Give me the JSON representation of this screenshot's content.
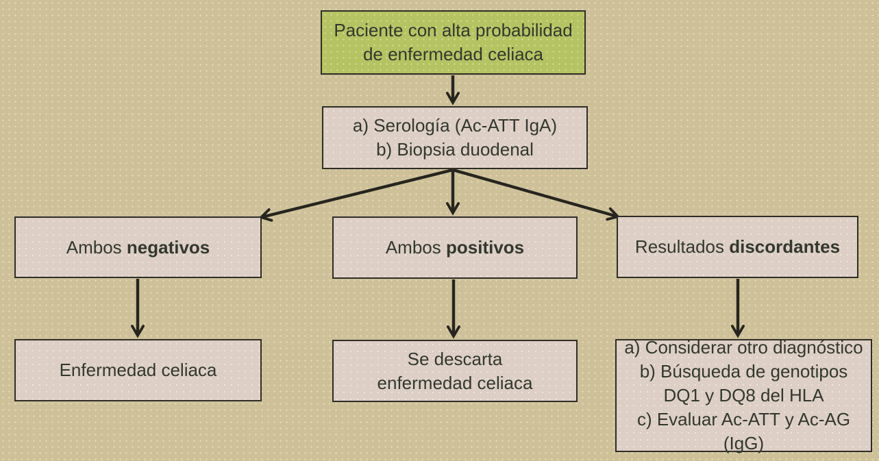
{
  "palette": {
    "background": "#cec19a",
    "box_fill": "#ddcfc5",
    "start_fill": "#b5c362",
    "border": "#2e2d26",
    "text": "#32382f",
    "arrow": "#26251f"
  },
  "flowchart": {
    "start": {
      "lines": [
        "Paciente con alta probabilidad",
        "de enfermedad celiaca"
      ]
    },
    "tests": {
      "lines": [
        "a) Serología (Ac-ATT IgA)",
        "b) Biopsia duodenal"
      ]
    },
    "branch_negative": {
      "prefix": "Ambos ",
      "bold": "negativos"
    },
    "branch_positive": {
      "prefix": "Ambos ",
      "bold": "positivos"
    },
    "branch_discordant": {
      "prefix": "Resultados ",
      "bold": "discordantes"
    },
    "outcome_negative": {
      "lines": [
        "Enfermedad celiaca"
      ]
    },
    "outcome_positive": {
      "lines": [
        "Se descarta",
        "enfermedad celiaca"
      ]
    },
    "outcome_discordant": {
      "lines": [
        "a) Considerar otro diagnóstico",
        "b) Búsqueda de genotipos",
        "DQ1 y DQ8 del HLA",
        "c) Evaluar Ac-ATT y Ac-AG (IgG)"
      ]
    }
  }
}
